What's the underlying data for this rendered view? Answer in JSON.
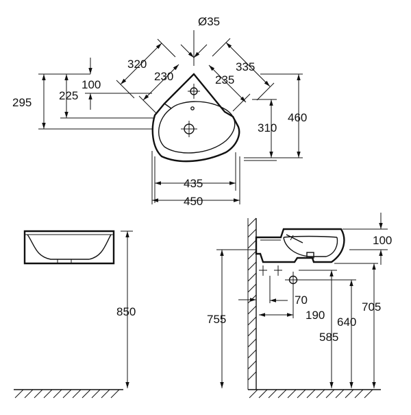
{
  "top_view": {
    "dims": {
      "drain_dia": "Ø35",
      "d320": "320",
      "d230": "230",
      "d335": "335",
      "d235": "235",
      "d100": "100",
      "d295": "295",
      "d225": "225",
      "d310": "310",
      "d460": "460",
      "d435": "435",
      "d450": "450"
    }
  },
  "front_view": {
    "dims": {
      "d850": "850"
    }
  },
  "side_view": {
    "dims": {
      "d100": "100",
      "d755": "755",
      "d70": "70",
      "d190": "190",
      "d640": "640",
      "d585": "585",
      "d705": "705"
    }
  }
}
